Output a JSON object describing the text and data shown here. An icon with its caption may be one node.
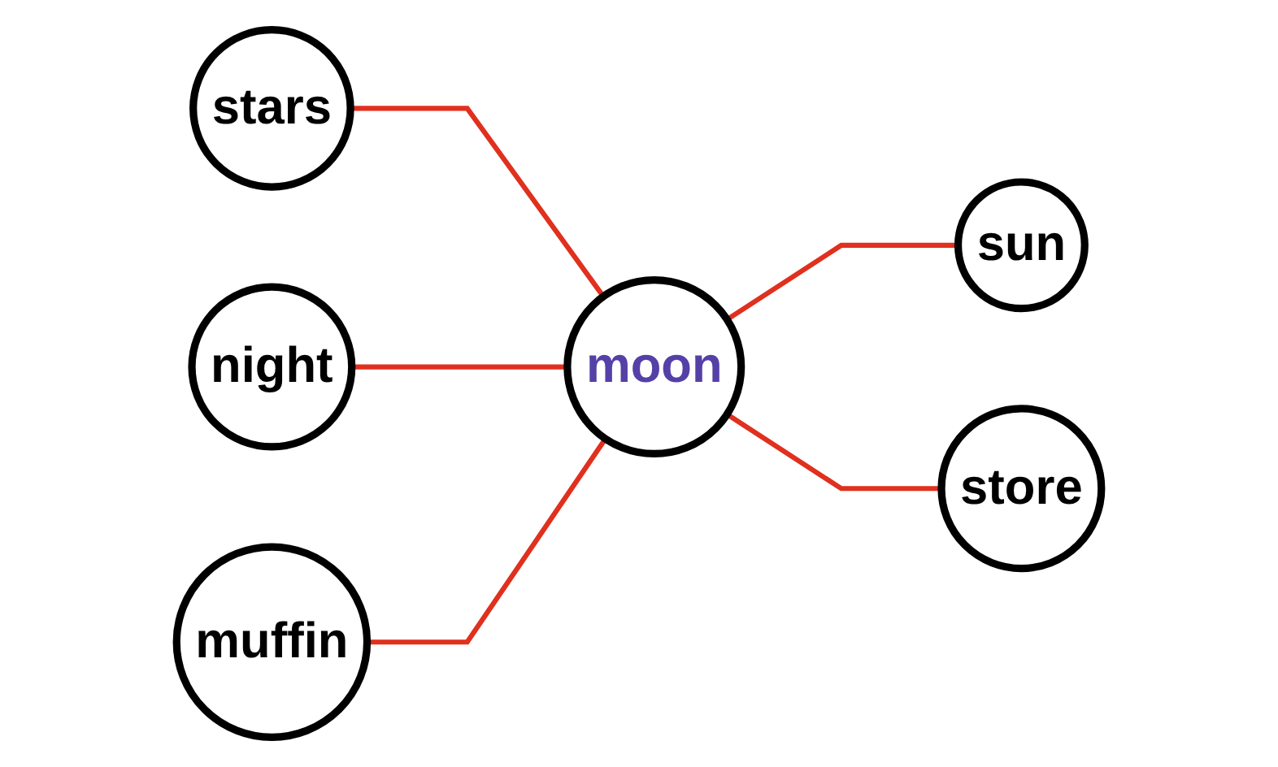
{
  "diagram": {
    "nodes": [
      {
        "text": [
          "night"
        ]
      },
      {
        "text": [
          "stars"
        ]
      },
      {
        "text": [
          "sun"
        ]
      },
      {
        "text": [
          "moon"
        ]
      },
      {
        "text": [
          "store"
        ]
      },
      {
        "text": [
          "muffin"
        ]
      }
    ],
    "edges": [
      {
        "from": 1,
        "to": 3,
        "arrow": "none"
      },
      {
        "from": 0,
        "to": 3,
        "arrow": "none"
      },
      {
        "from": 5,
        "to": 3,
        "arrow": "none"
      },
      {
        "from": 3,
        "to": 2,
        "arrow": "none"
      },
      {
        "from": 3,
        "to": 4,
        "arrow": "none"
      }
    ]
  }
}
